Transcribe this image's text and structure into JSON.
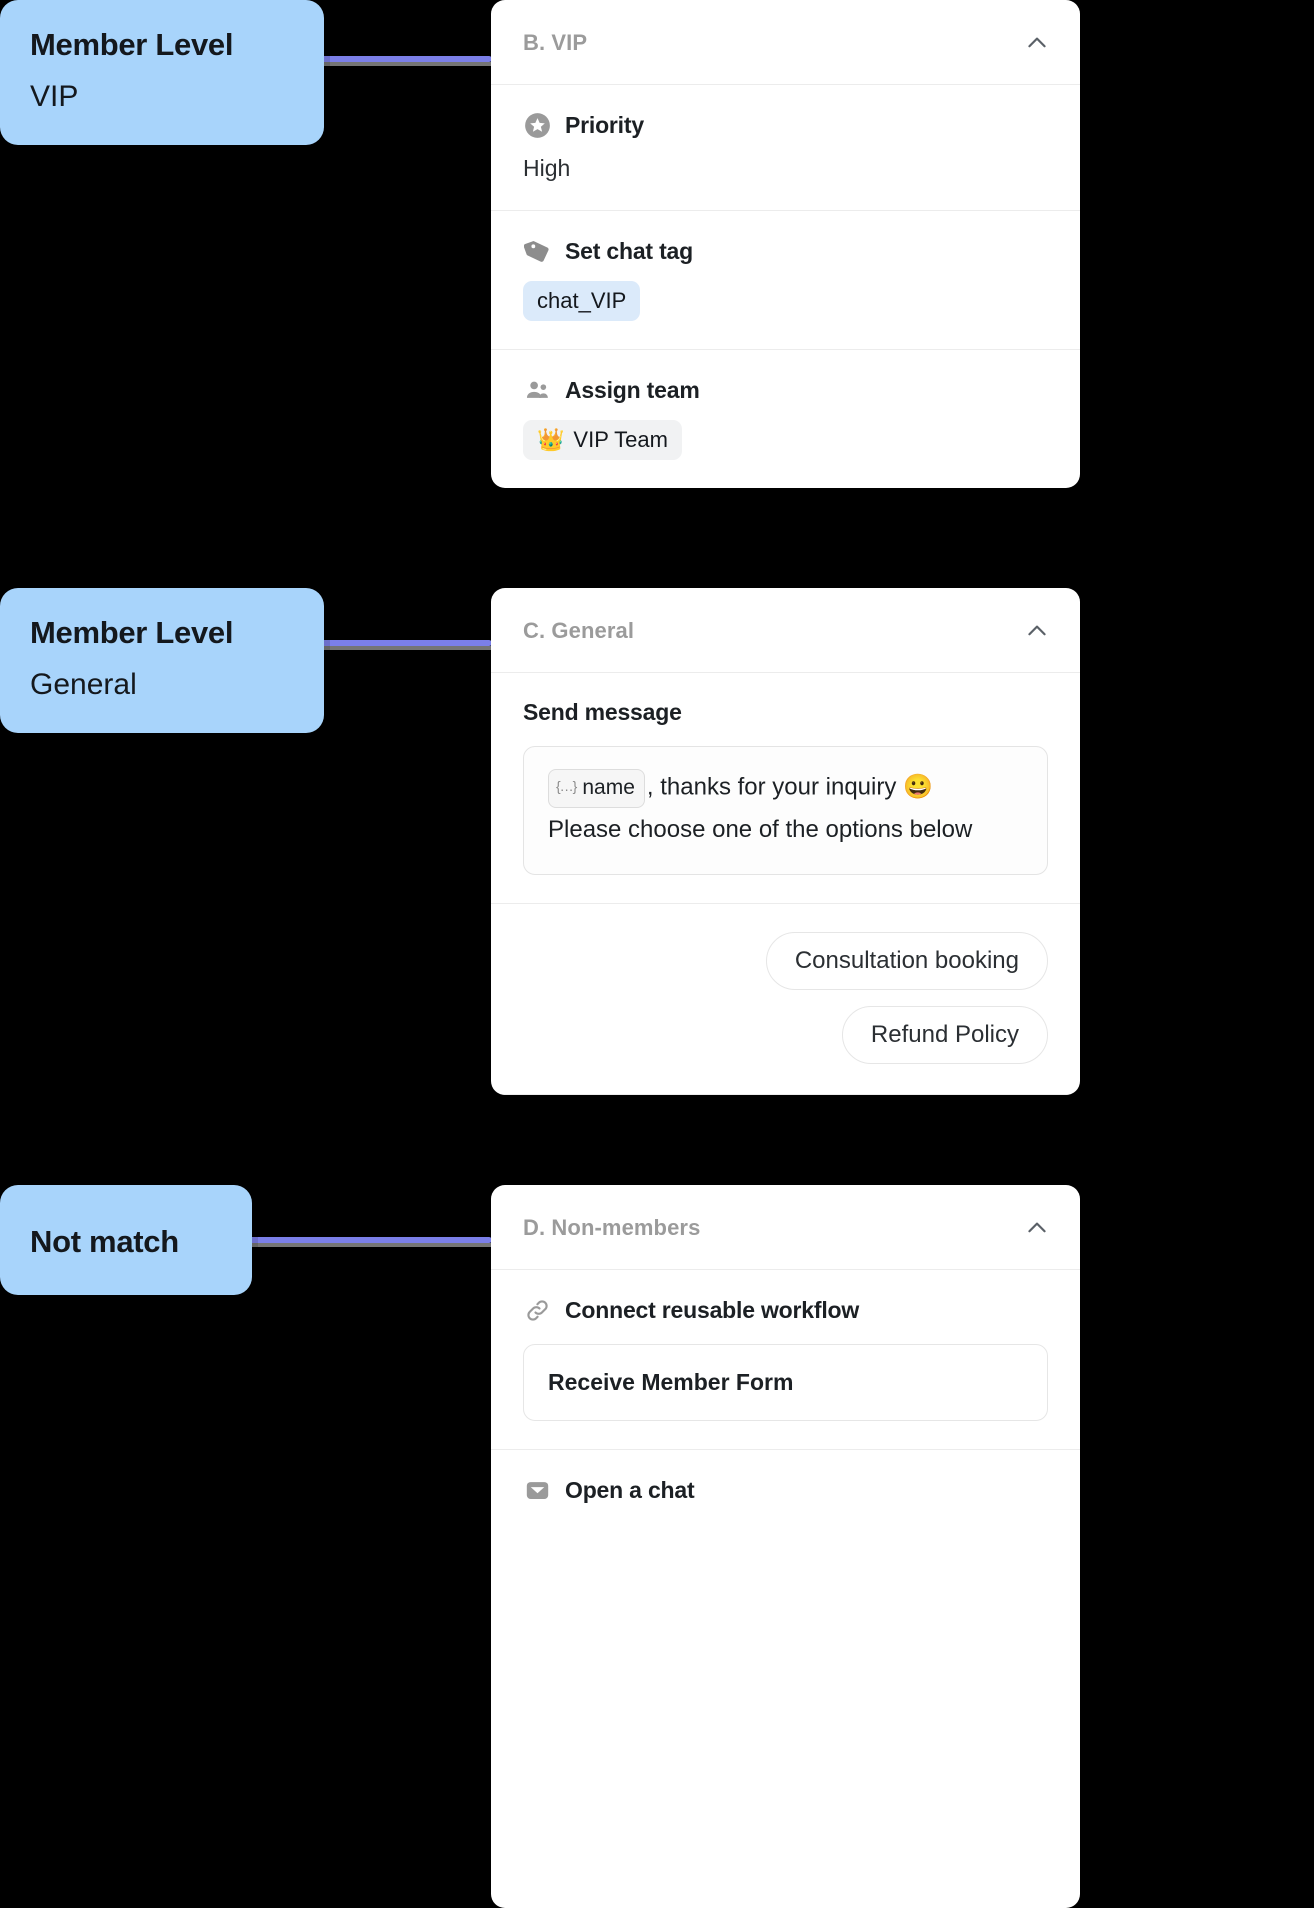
{
  "canvas": {
    "background": "#000000",
    "node_color": "#a8d4fb",
    "edge_color": "#7b7fe8"
  },
  "condition_nodes": [
    {
      "title": "Member Level",
      "value": "VIP"
    },
    {
      "title": "Member Level",
      "value": "General"
    },
    {
      "title": "Not match",
      "value": ""
    }
  ],
  "cards": [
    {
      "id": "vip",
      "header": "B. VIP",
      "collapse_icon": "chevron-up-icon",
      "sections": [
        {
          "icon": "star-badge-icon",
          "label": "Priority",
          "value": "High"
        },
        {
          "icon": "tag-icon",
          "label": "Set chat tag",
          "tag": "chat_VIP"
        },
        {
          "icon": "people-icon",
          "label": "Assign team",
          "team_emoji": "👑",
          "team": "VIP Team"
        }
      ]
    },
    {
      "id": "general",
      "header": "C. General",
      "collapse_icon": "chevron-up-icon",
      "send_message_label": "Send message",
      "message": {
        "variable_chip": "name",
        "variable_glyph": "{…}",
        "line1_after": ", thanks for your inquiry 😀",
        "line2": "Please choose one of the options below"
      },
      "quick_replies": [
        "Consultation booking",
        "Refund Policy"
      ]
    },
    {
      "id": "nonmembers",
      "header": "D. Non-members",
      "collapse_icon": "chevron-up-icon",
      "sections": [
        {
          "icon": "link-icon",
          "label": "Connect reusable workflow",
          "workflow": "Receive Member Form"
        },
        {
          "icon": "chat-box-icon",
          "label": "Open a chat"
        }
      ]
    }
  ]
}
